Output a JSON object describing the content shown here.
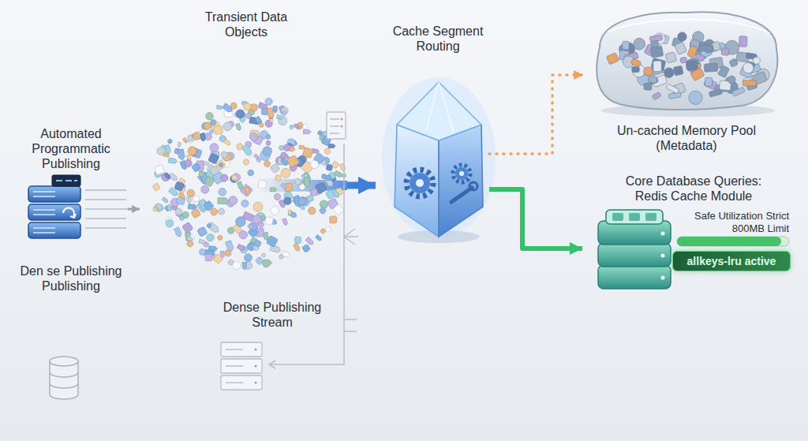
{
  "diagram": {
    "nodes": [
      {
        "text": [
          "Automated Programmatic Publishing",
          "Den se Publishing Publishing"
        ]
      },
      {
        "text": [
          "Transient Data Objects",
          "Dense Publishing Stream"
        ]
      },
      {
        "text": [
          "Cache Segment Routing"
        ]
      },
      {
        "text": [
          "Un-cached Memory Pool (Metadata)"
        ]
      },
      {
        "text": [
          "Core Database Queries: Redis Cache Module",
          "Safe Utilization Strict 800MB Limit"
        ]
      },
      {
        "text": [
          "allkeys-lru active"
        ],
        "in": 4
      }
    ],
    "edges": [
      {
        "from": 0,
        "to": 1,
        "arrow": "to"
      },
      {
        "from": 1,
        "to": 2,
        "arrow": "to"
      },
      {
        "from": 2,
        "to": 3,
        "arrow": "to"
      },
      {
        "from": 2,
        "to": 4,
        "arrow": "to"
      }
    ]
  }
}
